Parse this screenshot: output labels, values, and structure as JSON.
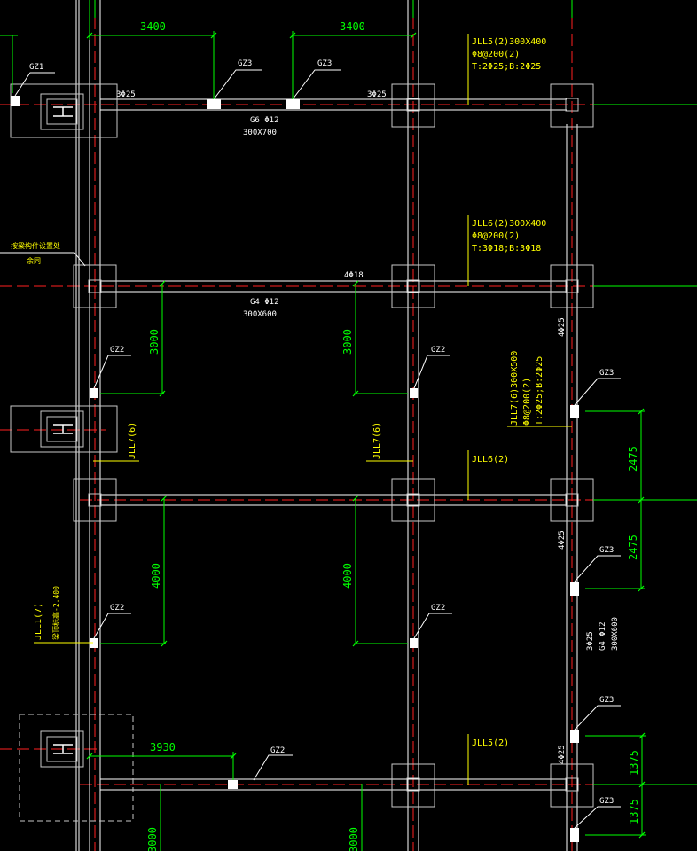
{
  "colors": {
    "background": "#000000",
    "beam": "#ffffff",
    "axis": "#ff2020",
    "dimension": "#00ff00",
    "annotation_yellow": "#ffff00",
    "column": "#c8c8c8",
    "label_white": "#ffffff"
  },
  "dimensions": {
    "top_left": "3400",
    "top_right": "3400",
    "mid_left": "3000",
    "mid_center": "3000",
    "low_left": "4000",
    "low_center": "4000",
    "right_upper": "2475",
    "right_lower": "2475",
    "bottom_left": "3930",
    "right_bottom_upper": "1375",
    "right_bottom_lower": "1375",
    "bottom_cut_left": "3000",
    "bottom_cut_center": "3000"
  },
  "labels": {
    "gz1": "GZ1",
    "gz2": "GZ2",
    "gz3": "GZ3",
    "rebar_3d25": "3Φ25",
    "rebar_4d18": "4Φ18",
    "rebar_4d25": "4Φ25",
    "beam_g6": "G6 Φ12",
    "beam_g6_size": "300X700",
    "beam_g4": "G4 Φ12",
    "beam_g4_size": "300X600",
    "note_white_1": "按梁构件设置处",
    "note_white_2": "余同"
  },
  "annotations": {
    "jll5_1": "JLL5(2)300X400",
    "jll5_2": "Φ8@200(2)",
    "jll5_3": "T:2Φ25;B:2Φ25",
    "jll6_1": "JLL6(2)300X400",
    "jll6_2": "Φ8@200(2)",
    "jll6_3": "T:3Φ18;B:3Φ18",
    "jll7_right_1": "JLL7(6)300X500",
    "jll7_right_2": "Φ8@200(2)",
    "jll7_right_3": "T:2Φ25;B:2Φ25",
    "jll7_left": "JLL7(6)",
    "jll7_center": "JLL7(6)",
    "jll6_mid": "JLL6(2)",
    "jll5_bottom": "JLL5(2)",
    "jll1_1": "JLL1(7)",
    "jll1_2": "梁顶标高-2.400",
    "right_beam_1": "3Φ25",
    "right_beam_2": "G4 Φ12",
    "right_beam_3": "300X600"
  }
}
